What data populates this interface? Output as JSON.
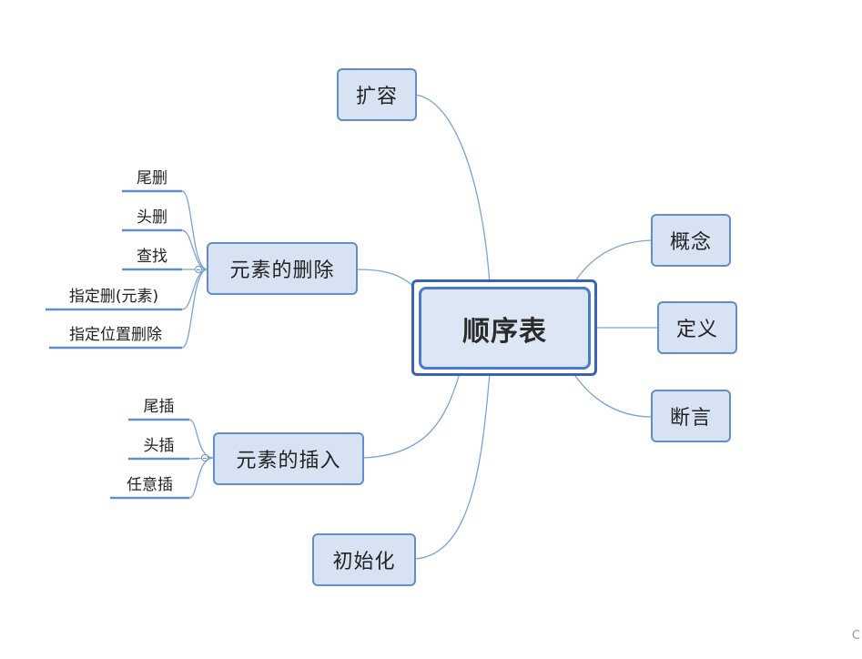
{
  "mindmap": {
    "center": "顺序表",
    "right_branches": [
      "概念",
      "定义",
      "断言"
    ],
    "left_branches": {
      "expand": "扩容",
      "delete": {
        "label": "元素的删除",
        "children": [
          "尾删",
          "头删",
          "查找",
          "指定删(元素)",
          "指定位置删除"
        ]
      },
      "insert": {
        "label": "元素的插入",
        "children": [
          "尾插",
          "头插",
          "任意插"
        ]
      },
      "init": "初始化"
    }
  },
  "corner_text": "C",
  "colors": {
    "node_fill": "#d7e3f3",
    "node_border": "#5f8fcf",
    "center_border": "#3b63b3",
    "connector": "#7aa3d6"
  }
}
